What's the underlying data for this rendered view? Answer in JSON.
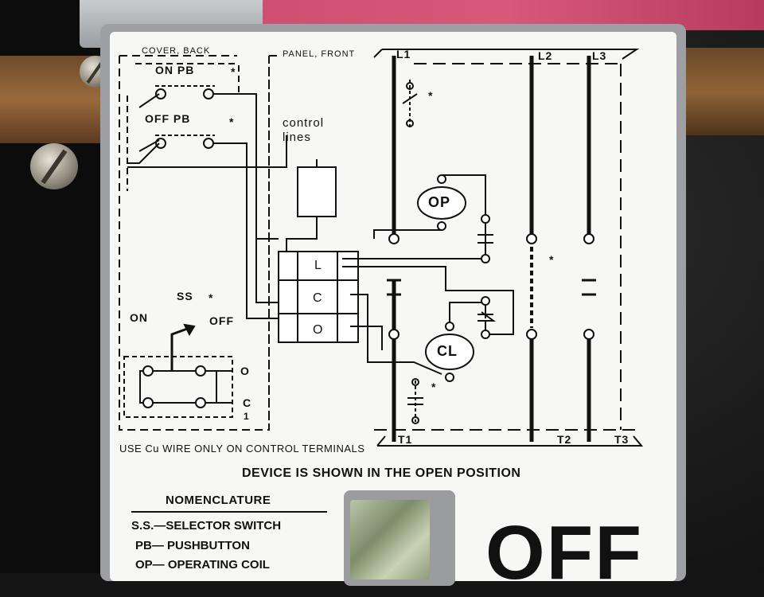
{
  "labels": {
    "cover_back": "COVER, BACK",
    "panel_front": "PANEL, FRONT",
    "l1": "L1",
    "l2": "L2",
    "l3": "L3",
    "t1": "T1",
    "t2": "T2",
    "t3": "T3",
    "on_pb": "ON PB",
    "off_pb": "OFF PB",
    "star": "*",
    "control_lines": "control\nlines",
    "op": "OP",
    "cl": "CL",
    "term_l": "L",
    "term_c": "C",
    "term_o": "O",
    "ss": "SS",
    "on": "ON",
    "off": "OFF",
    "sw_o": "O",
    "sw_c": "C",
    "sw_1": "1"
  },
  "notes": {
    "cu_wire": "USE Cu WIRE ONLY ON CONTROL TERMINALS",
    "device_shown": "DEVICE IS SHOWN IN THE OPEN POSITION"
  },
  "nomenclature": {
    "heading": "NOMENCLATURE",
    "items": [
      "S.S.—SELECTOR SWITCH",
      "PB— PUSHBUTTON",
      "OP— OPERATING COIL"
    ]
  },
  "indicator": {
    "state": "OFF"
  },
  "colors": {
    "panel": "#f7f7f5",
    "ink": "#111111",
    "frame": "#9d9fa2"
  }
}
